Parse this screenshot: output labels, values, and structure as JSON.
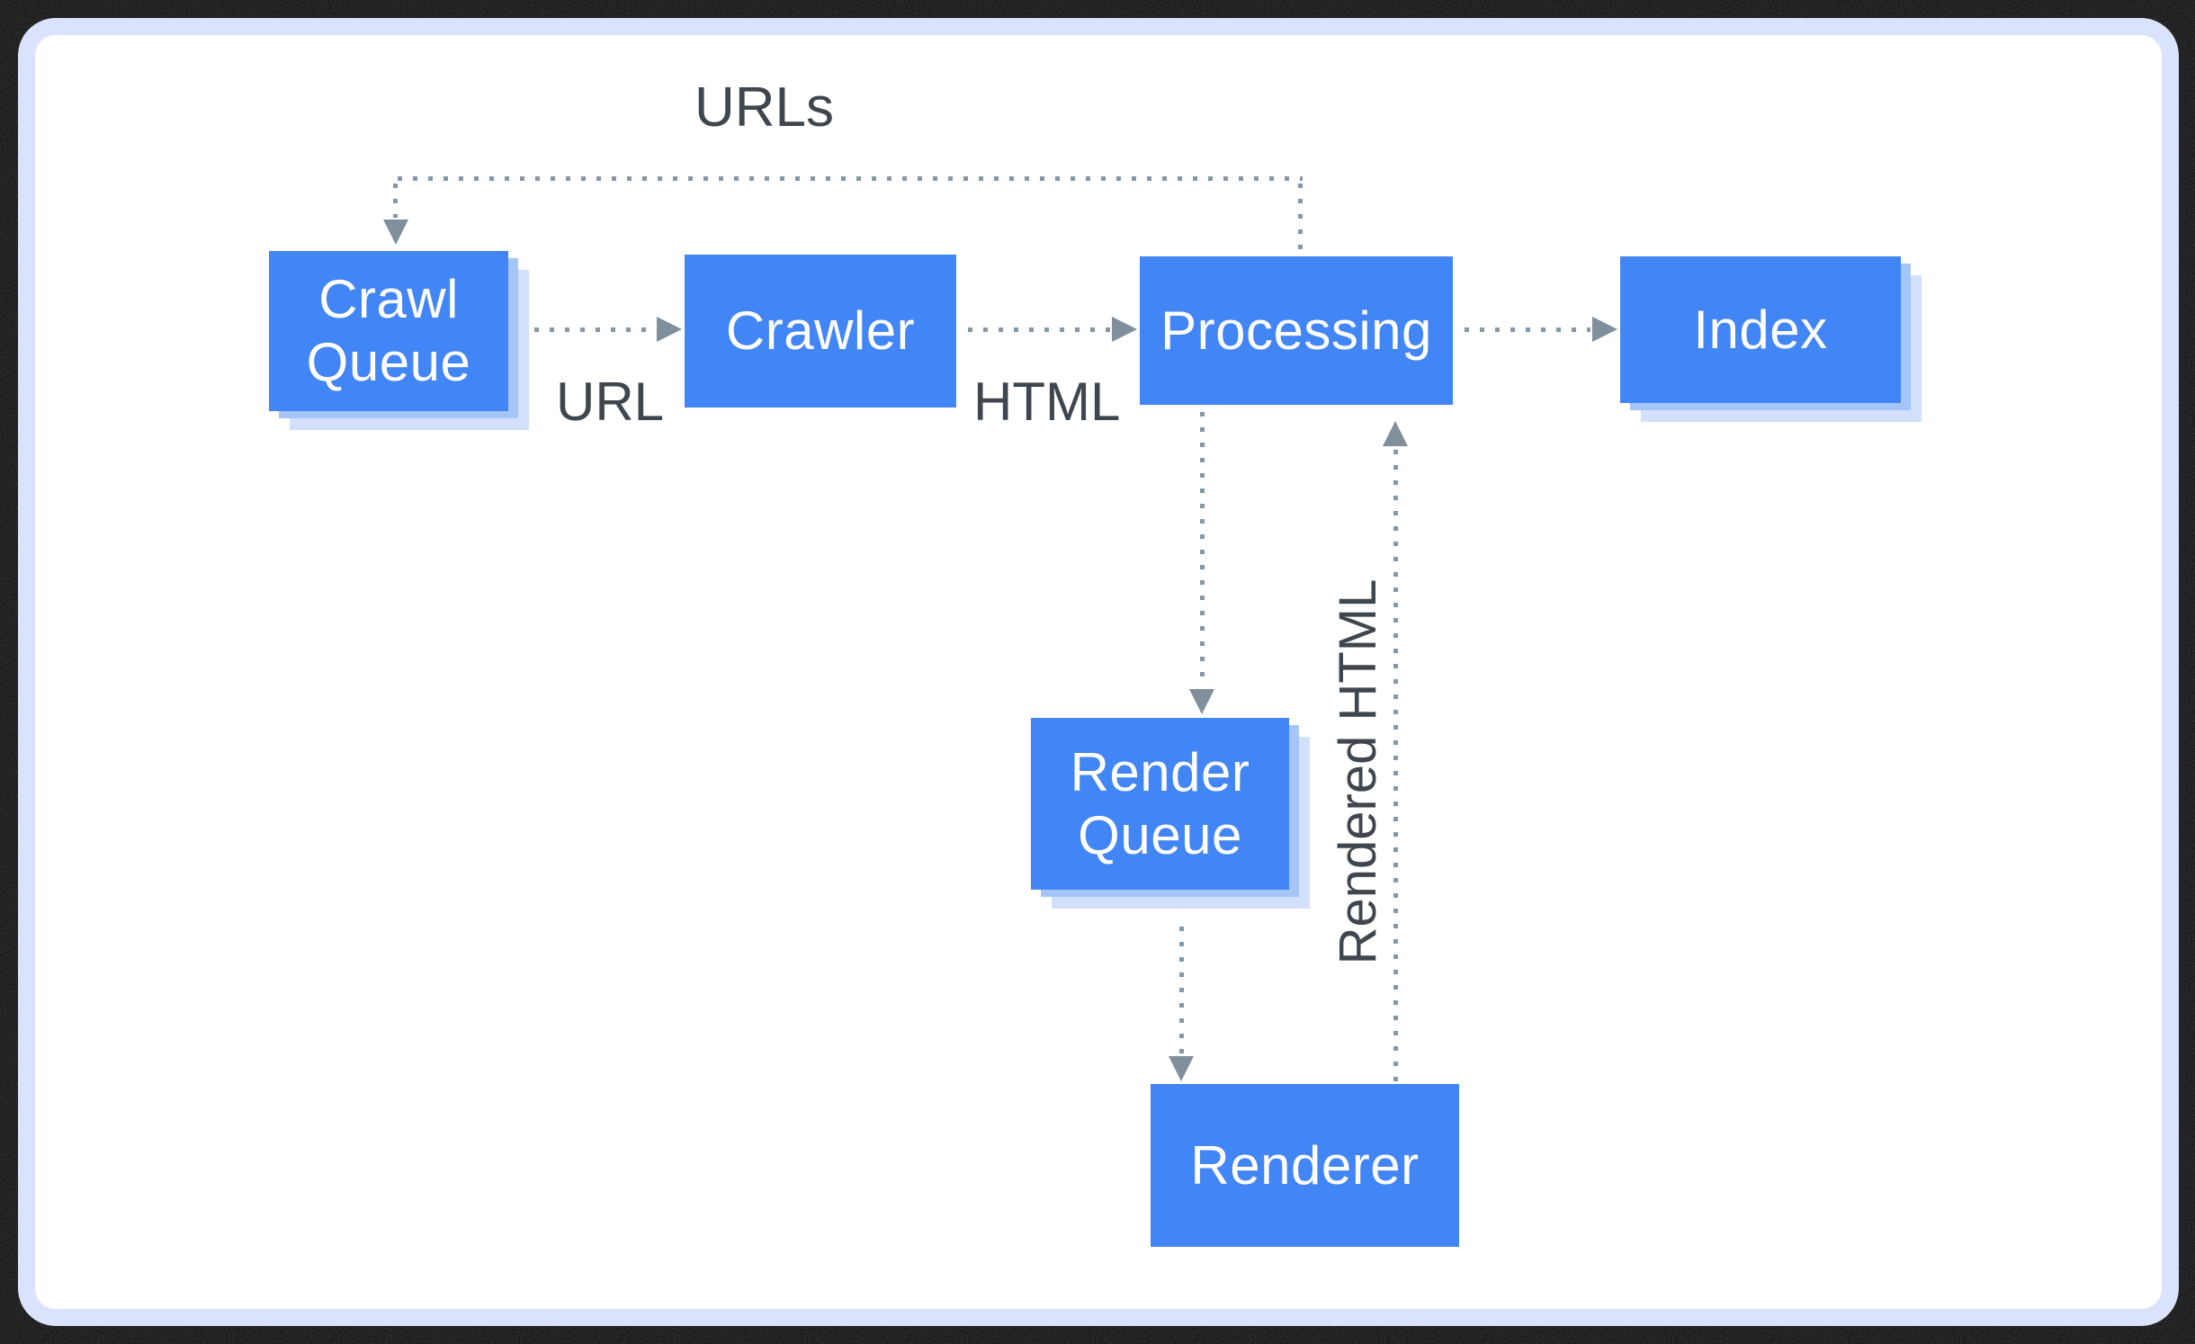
{
  "diagram": {
    "description": "Crawl, render and index pipeline",
    "nodes": [
      {
        "id": "crawl-queue",
        "label": "Crawl Queue",
        "stacked": true
      },
      {
        "id": "crawler",
        "label": "Crawler",
        "stacked": false
      },
      {
        "id": "processing",
        "label": "Processing",
        "stacked": false
      },
      {
        "id": "index",
        "label": "Index",
        "stacked": true
      },
      {
        "id": "render-queue",
        "label": "Render Queue",
        "stacked": true
      },
      {
        "id": "renderer",
        "label": "Renderer",
        "stacked": false
      }
    ],
    "edges": [
      {
        "from": "processing",
        "to": "crawl-queue",
        "label": "URLs",
        "style": "dotted"
      },
      {
        "from": "crawl-queue",
        "to": "crawler",
        "label": "URL",
        "style": "dotted"
      },
      {
        "from": "crawler",
        "to": "processing",
        "label": "HTML",
        "style": "dotted"
      },
      {
        "from": "processing",
        "to": "index",
        "label": "",
        "style": "dotted"
      },
      {
        "from": "processing",
        "to": "render-queue",
        "label": "",
        "style": "dotted"
      },
      {
        "from": "render-queue",
        "to": "renderer",
        "label": "",
        "style": "dotted"
      },
      {
        "from": "renderer",
        "to": "processing",
        "label": "Rendered HTML",
        "style": "dotted"
      }
    ],
    "labels": {
      "urls": "URLs",
      "url": "URL",
      "html": "HTML",
      "rendered_html": "Rendered HTML"
    },
    "colors": {
      "node_fill": "#4285f4",
      "node_text": "#ffffff",
      "stack_shadow_near": "#a6c5f7",
      "stack_shadow_far": "#d2e0fb",
      "connector": "#8398a8",
      "arrowhead": "#7f909c",
      "label_text": "#3f464d",
      "card_background": "#ffffff",
      "card_border": "#dbe3fc",
      "page_background": "#000000"
    }
  }
}
